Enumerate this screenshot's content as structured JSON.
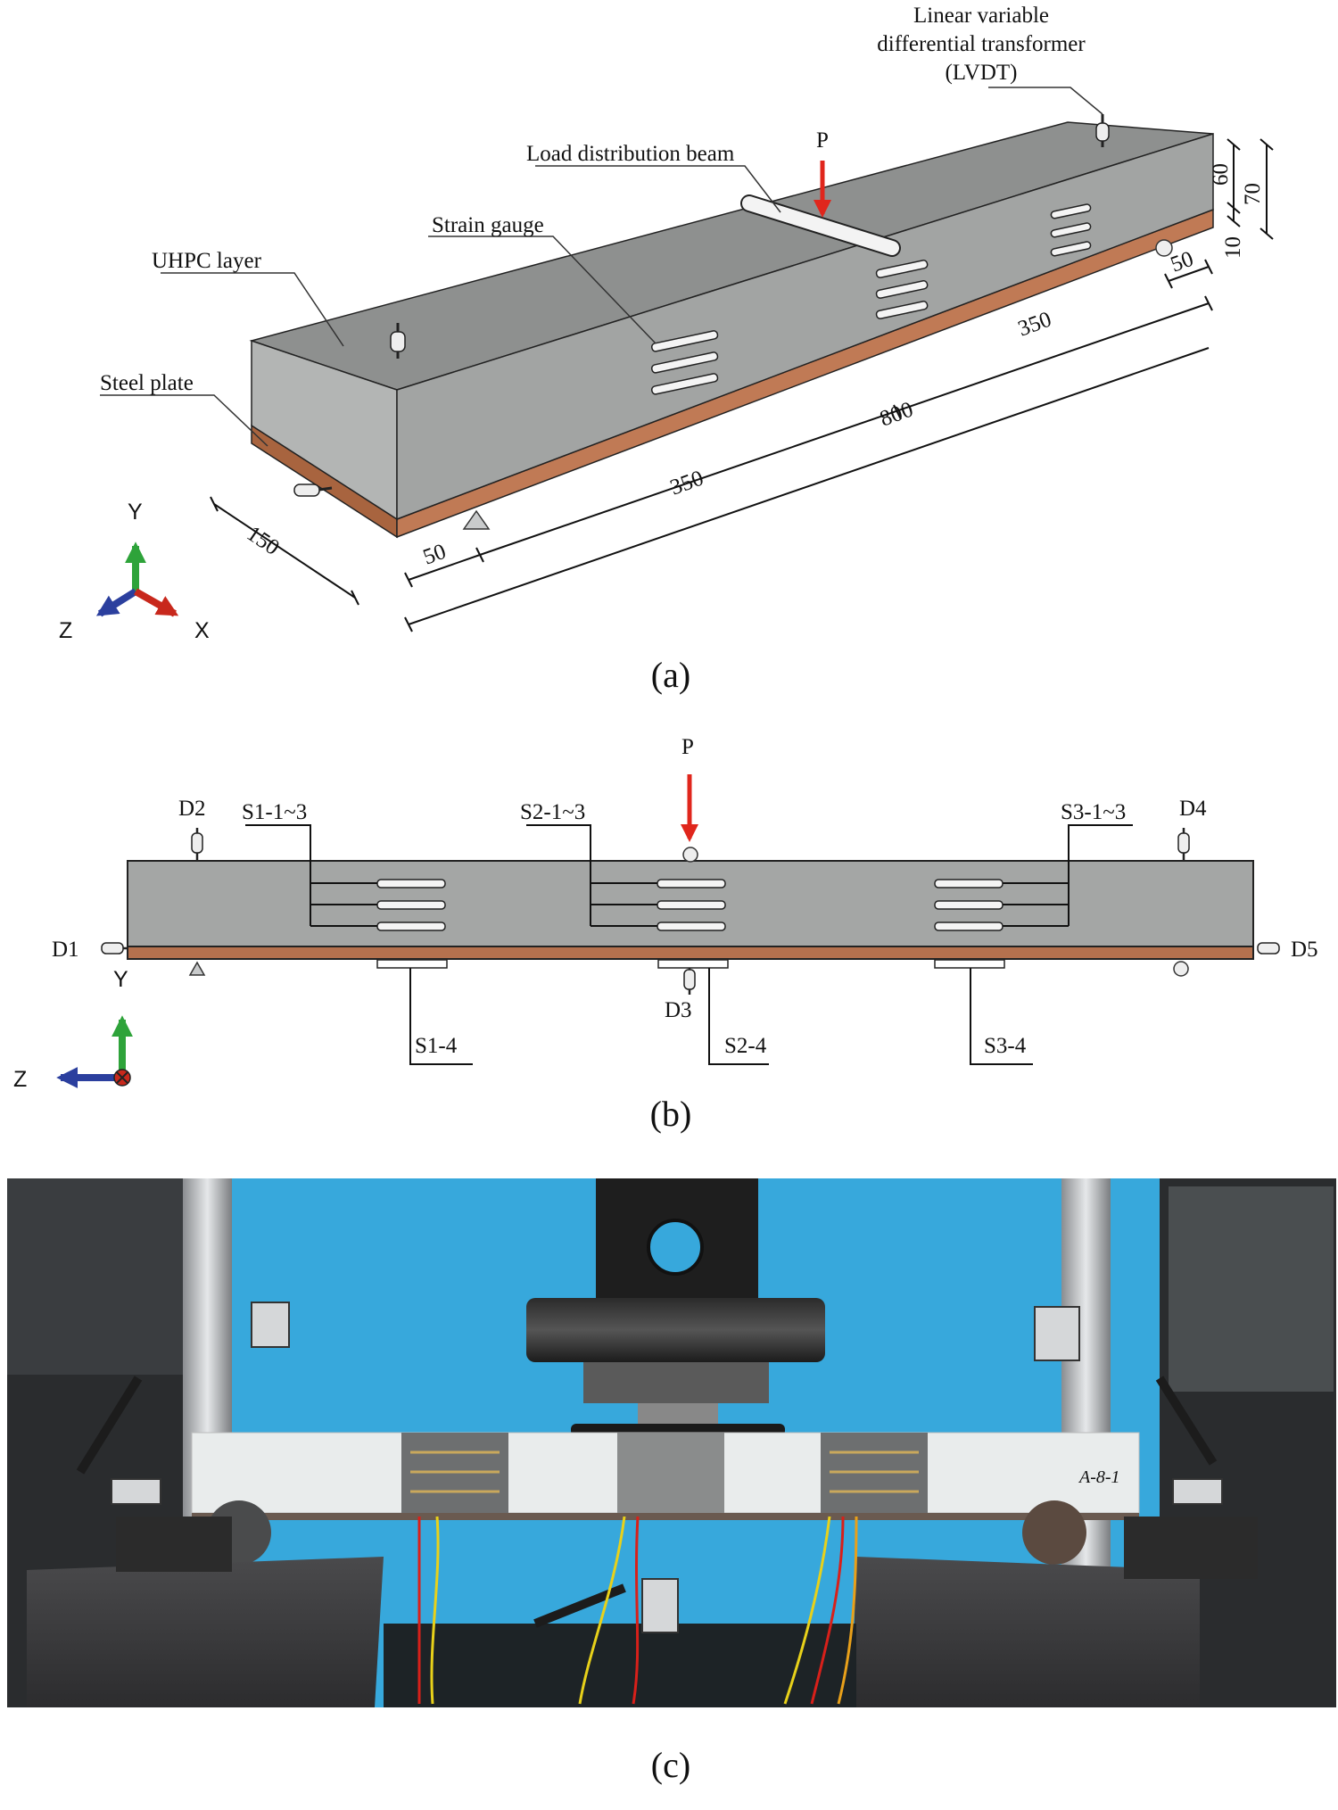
{
  "panel_a": {
    "caption": "(a)",
    "labels": {
      "lvdt_line1": "Linear variable",
      "lvdt_line2": "differential transformer",
      "lvdt_line3": "(LVDT)",
      "load_beam": "Load distribution beam",
      "load": "P",
      "strain_gauge": "Strain gauge",
      "uhpc": "UHPC layer",
      "steel_plate": "Steel plate"
    },
    "dimensions": {
      "d60": "60",
      "d70": "70",
      "d10": "10",
      "d50_right": "50",
      "d350_right": "350",
      "d800": "800",
      "d350_left": "350",
      "d50_left": "50",
      "d150": "150"
    },
    "axes": {
      "y": "Y",
      "z": "Z",
      "x": "X"
    },
    "colors": {
      "concrete_top": "#8f9190",
      "concrete_side": "#a4a6a5",
      "steel": "#b5714e",
      "load_arrow": "#e0261c",
      "axis_y": "#2ea33a",
      "axis_z": "#2b3f9e",
      "axis_x": "#c8281c"
    }
  },
  "panel_b": {
    "caption": "(b)",
    "labels": {
      "load": "P",
      "d1": "D1",
      "d2": "D2",
      "d3": "D3",
      "d4": "D4",
      "d5": "D5",
      "s1_top": "S1-1~3",
      "s2_top": "S2-1~3",
      "s3_top": "S3-1~3",
      "s1_bot": "S1-4",
      "s2_bot": "S2-4",
      "s3_bot": "S3-4"
    },
    "axes": {
      "y": "Y",
      "z": "Z"
    }
  },
  "panel_c": {
    "caption": "(c)",
    "photo_text": "A-8-1",
    "colors": {
      "background": "#37a8dc",
      "specimen": "#e9ecec"
    }
  }
}
